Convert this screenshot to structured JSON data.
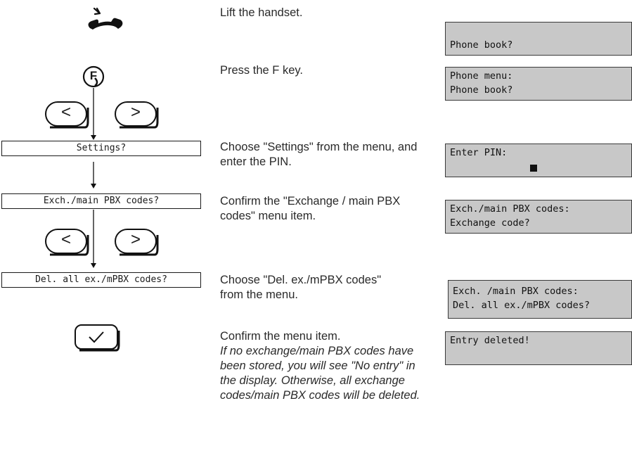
{
  "steps": [
    {
      "instruction": "Lift the handset.",
      "display": [
        "",
        "Phone book?"
      ]
    },
    {
      "key": "F",
      "instruction": "Press the F key.",
      "display": [
        "Phone menu:",
        "Phone book?"
      ]
    },
    {
      "menu_box": "Settings?",
      "instruction": "Choose \"Settings\" from the menu, and enter the PIN.",
      "display": [
        "Enter PIN:",
        ""
      ]
    },
    {
      "menu_box": "Exch./main PBX codes?",
      "instruction": "Confirm the \"Exchange / main PBX codes\" menu item.",
      "display": [
        "Exch./main PBX codes:",
        "Exchange code?"
      ]
    },
    {
      "menu_box": "Del. all ex./mPBX codes?",
      "instruction": "Choose \"Del. ex./mPBX codes\" from the menu.",
      "display": [
        "Exch. /main PBX codes:",
        "Del. all ex./mPBX codes?"
      ]
    },
    {
      "instruction": "Confirm the menu item.",
      "note": "If no exchange/main PBX codes have been stored, you will see \"No entry\" in the display. Otherwise, all exchange codes/main PBX codes will be deleted.",
      "display": [
        "Entry deleted!",
        ""
      ]
    }
  ],
  "keys": {
    "f_key": "F",
    "left_arrow": "<",
    "right_arrow": ">"
  },
  "icons": {
    "handset": "handset-lift-icon",
    "confirm": "checkmark-key-icon"
  }
}
